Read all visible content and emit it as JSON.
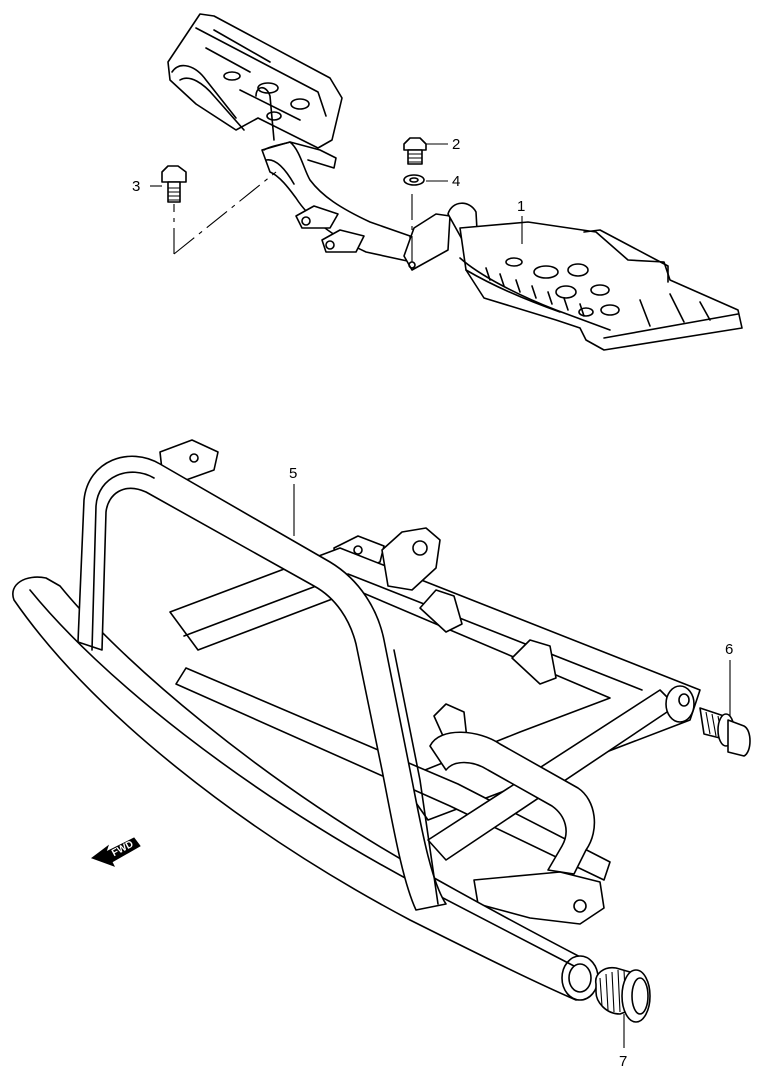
{
  "callouts": [
    {
      "id": "1",
      "label": "1"
    },
    {
      "id": "2",
      "label": "2"
    },
    {
      "id": "3",
      "label": "3"
    },
    {
      "id": "4",
      "label": "4"
    },
    {
      "id": "5",
      "label": "5"
    },
    {
      "id": "6",
      "label": "6"
    },
    {
      "id": "7",
      "label": "7"
    }
  ],
  "direction_arrow": {
    "label": "FWD"
  }
}
